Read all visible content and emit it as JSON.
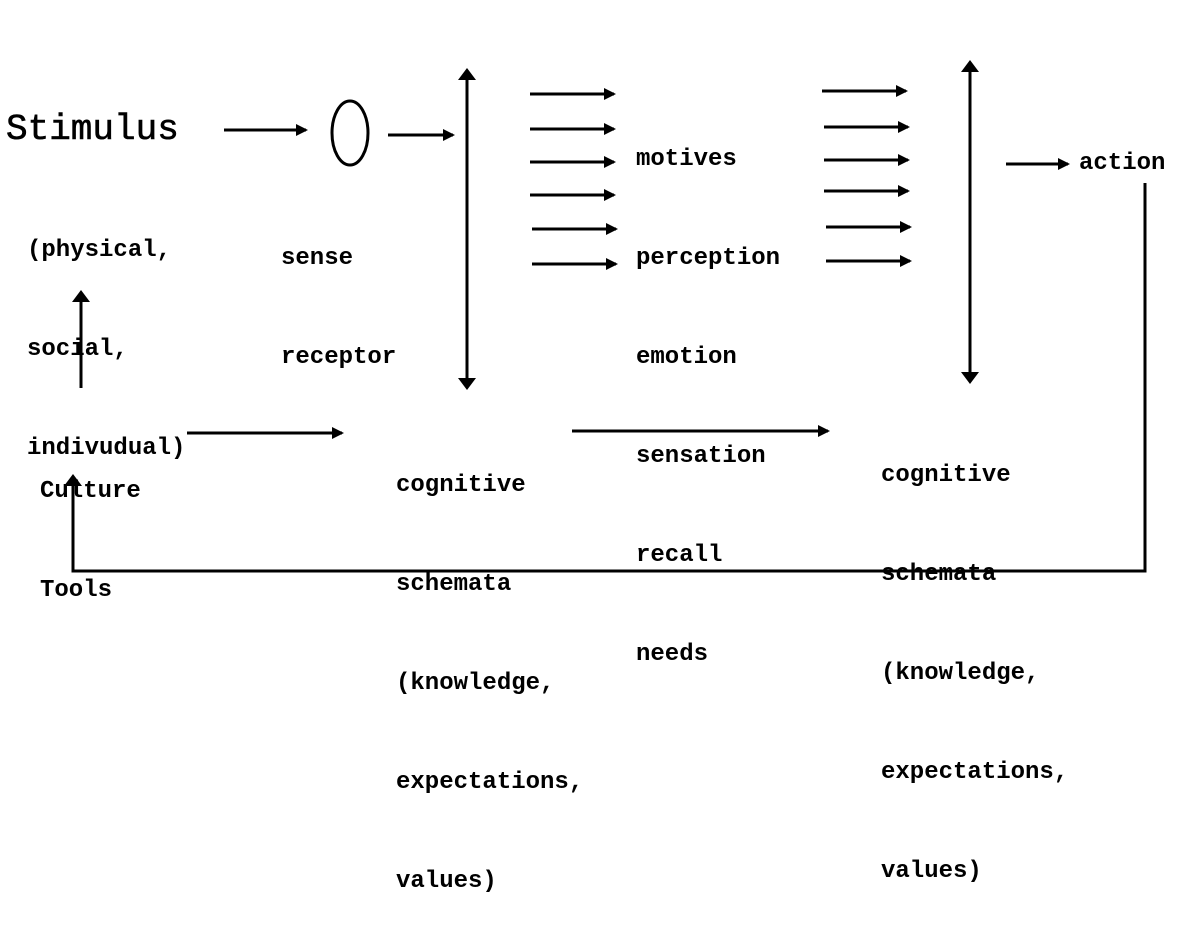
{
  "stimulus": {
    "title": "Stimulus",
    "lines": [
      "(physical,",
      "social,",
      "indivudual)"
    ]
  },
  "sense_receptor": {
    "lines": [
      "sense",
      "receptor"
    ]
  },
  "processes": [
    "motives",
    "perception",
    "emotion",
    "sensation",
    "recall",
    "needs"
  ],
  "action": "action",
  "culture_tools": {
    "lines": [
      "Culture",
      "Tools"
    ]
  },
  "schemata_1": {
    "lines": [
      "cognitive",
      "schemata",
      "(knowledge,",
      "expectations,",
      "values)"
    ]
  },
  "schemata_2": {
    "lines": [
      "cognitive",
      "schemata",
      "(knowledge,",
      "expectations,",
      "values)"
    ]
  },
  "colors": {
    "stroke": "#000000",
    "background": "#ffffff"
  }
}
